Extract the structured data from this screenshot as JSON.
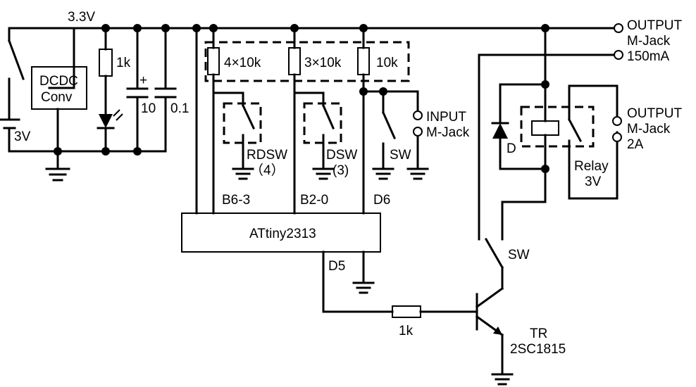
{
  "labels": {
    "supply_voltage": "3.3V",
    "battery": "3V",
    "dcdc_line1": "DCDC",
    "dcdc_line2": "Conv",
    "led_resistor": "1k",
    "cap_plus": "+",
    "cap_10": "10",
    "cap_01": "0.1",
    "rnet_4": "4×10k",
    "rnet_3": "3×10k",
    "r_10k": "10k",
    "rdsw": "RDSW",
    "rdsw_count": "（4）",
    "dsw": "DSW",
    "dsw_count": "(3)",
    "sw_input": "SW",
    "input_line1": "INPUT",
    "input_line2": "M-Jack",
    "bus_b63": "B6-3",
    "bus_b20": "B2-0",
    "bus_d6": "D6",
    "mcu": "ATtiny2313",
    "pin_d5": "D5",
    "base_resistor": "1k",
    "out1_line1": "OUTPUT",
    "out1_line2": "M-Jack",
    "out1_line3": "150mA",
    "out2_line1": "OUTPUT",
    "out2_line2": "M-Jack",
    "out2_line3": "2A",
    "diode": "D",
    "relay_line1": "Relay",
    "relay_line2": "3V",
    "sw_output": "SW",
    "tr_line1": "TR",
    "tr_line2": "2SC1815"
  }
}
